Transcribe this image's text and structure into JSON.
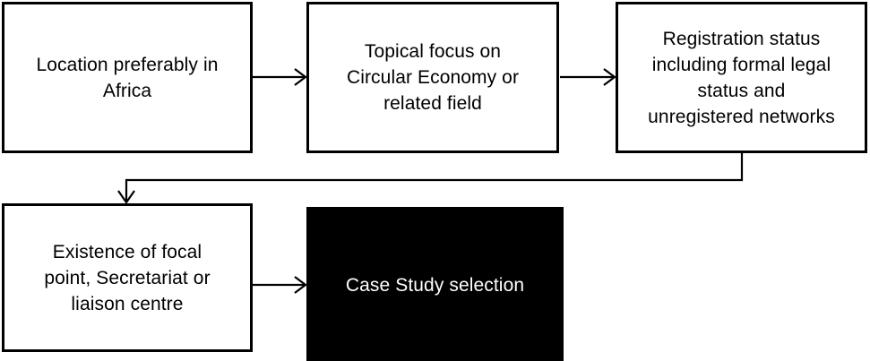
{
  "diagram": {
    "title": "Case study selection criteria flowchart",
    "type": "flowchart",
    "colors": {
      "stroke": "#000000",
      "node_fill": "#ffffff",
      "highlight_fill": "#000000",
      "highlight_text": "#ffffff"
    },
    "nodes": [
      {
        "id": "location",
        "label": "Location preferably in\nAfrica",
        "style": "outline"
      },
      {
        "id": "topical",
        "label": "Topical focus on\nCircular Economy or\nrelated field",
        "style": "outline"
      },
      {
        "id": "registration",
        "label": "Registration status\nincluding formal legal\nstatus and\nunregistered networks",
        "style": "outline"
      },
      {
        "id": "focalpoint",
        "label": "Existence of focal\npoint, Secretariat or\nliaison centre",
        "style": "outline"
      },
      {
        "id": "casestudy",
        "label": "Case Study selection",
        "style": "filled"
      }
    ],
    "edges": [
      {
        "id": "edge-location-topical",
        "from": "location",
        "to": "topical",
        "kind": "arrow-right"
      },
      {
        "id": "edge-topical-registration",
        "from": "topical",
        "to": "registration",
        "kind": "arrow-right"
      },
      {
        "id": "edge-registration-focalpoint",
        "from": "registration",
        "to": "focalpoint",
        "kind": "elbow-down-left"
      },
      {
        "id": "edge-focalpoint-casestudy",
        "from": "focalpoint",
        "to": "casestudy",
        "kind": "arrow-right"
      }
    ]
  }
}
